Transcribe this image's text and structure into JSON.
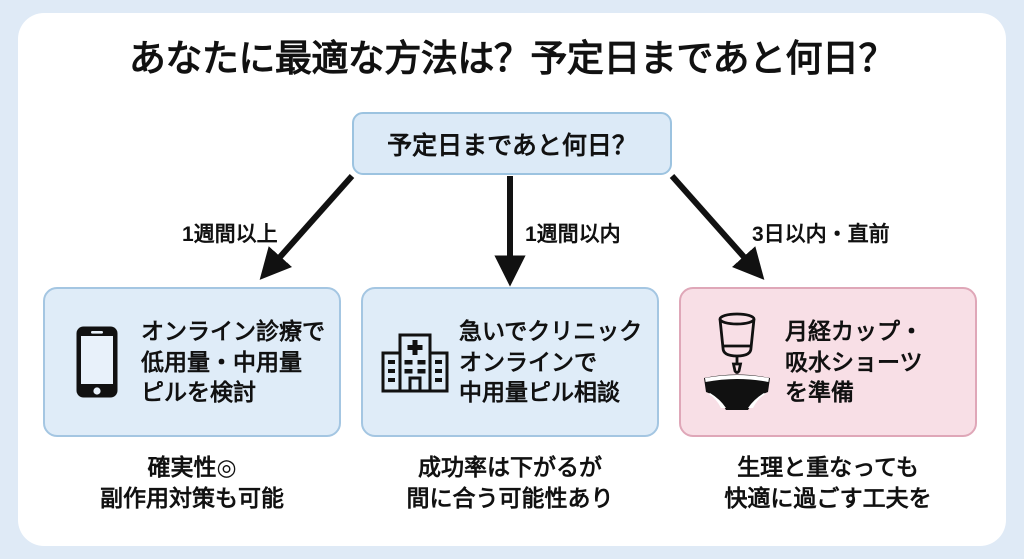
{
  "page": {
    "title": "あなたに最適な方法は？予定日まであと何日？",
    "frame_color": "#dfeaf6",
    "panel_color": "#ffffff"
  },
  "root_node": {
    "label": "予定日まであと何日？",
    "fill": "#dceaf7",
    "border": "#9cc3e0"
  },
  "branches": [
    {
      "label": "1週間以上",
      "direction": "down-left"
    },
    {
      "label": "1週間以内",
      "direction": "down"
    },
    {
      "label": "3日以内・直前",
      "direction": "down-right"
    }
  ],
  "outcomes": [
    {
      "icon": "smartphone-icon",
      "variant": "blue",
      "fill": "#dfecf8",
      "border": "#a4c6e2",
      "lines": [
        "オンライン診療で",
        "低用量・中用量",
        "ピルを検討"
      ],
      "caption_lines": [
        "確実性◎",
        "副作用対策も可能"
      ]
    },
    {
      "icon": "hospital-icon",
      "variant": "blue",
      "fill": "#dfecf8",
      "border": "#a4c6e2",
      "lines": [
        "急いでクリニック",
        "オンラインで",
        "中用量ピル相談"
      ],
      "caption_lines": [
        "成功率は下がるが",
        "間に合う可能性あり"
      ]
    },
    {
      "icon": "menstrual-cup-and-period-underwear-icon",
      "variant": "pink",
      "fill": "#f8dfe6",
      "border": "#dfa7b8",
      "lines": [
        "月経カップ・",
        "吸水ショーツ",
        "を準備"
      ],
      "caption_lines": [
        "生理と重なっても",
        "快適に過ごす工夫を"
      ]
    }
  ]
}
